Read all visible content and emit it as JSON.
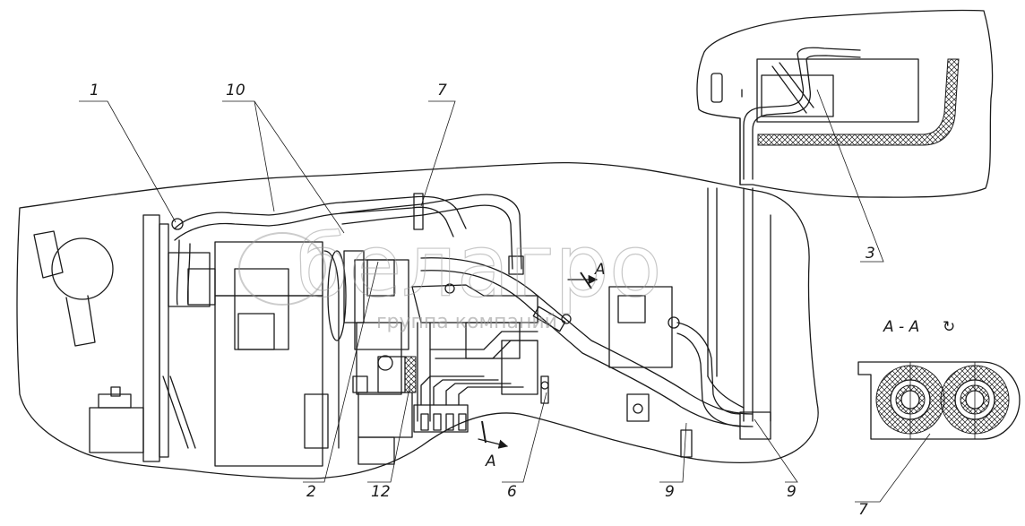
{
  "diagram": {
    "callouts": [
      {
        "id": "c1",
        "text": "1"
      },
      {
        "id": "c10",
        "text": "10"
      },
      {
        "id": "c7top",
        "text": "7"
      },
      {
        "id": "c3",
        "text": "3"
      },
      {
        "id": "c2",
        "text": "2"
      },
      {
        "id": "c12",
        "text": "12"
      },
      {
        "id": "c6",
        "text": "6"
      },
      {
        "id": "c9a",
        "text": "9"
      },
      {
        "id": "c9b",
        "text": "9"
      },
      {
        "id": "c7bot",
        "text": "7"
      }
    ],
    "section_marks": {
      "upper_letter": "A",
      "lower_letter": "A",
      "section_title": "А - А"
    }
  },
  "watermark": {
    "main": "белагро",
    "sub": "группа компаний"
  },
  "colors": {
    "ink": "#1a1a1a",
    "background": "#ffffff",
    "watermark": "#9a9a9a"
  }
}
